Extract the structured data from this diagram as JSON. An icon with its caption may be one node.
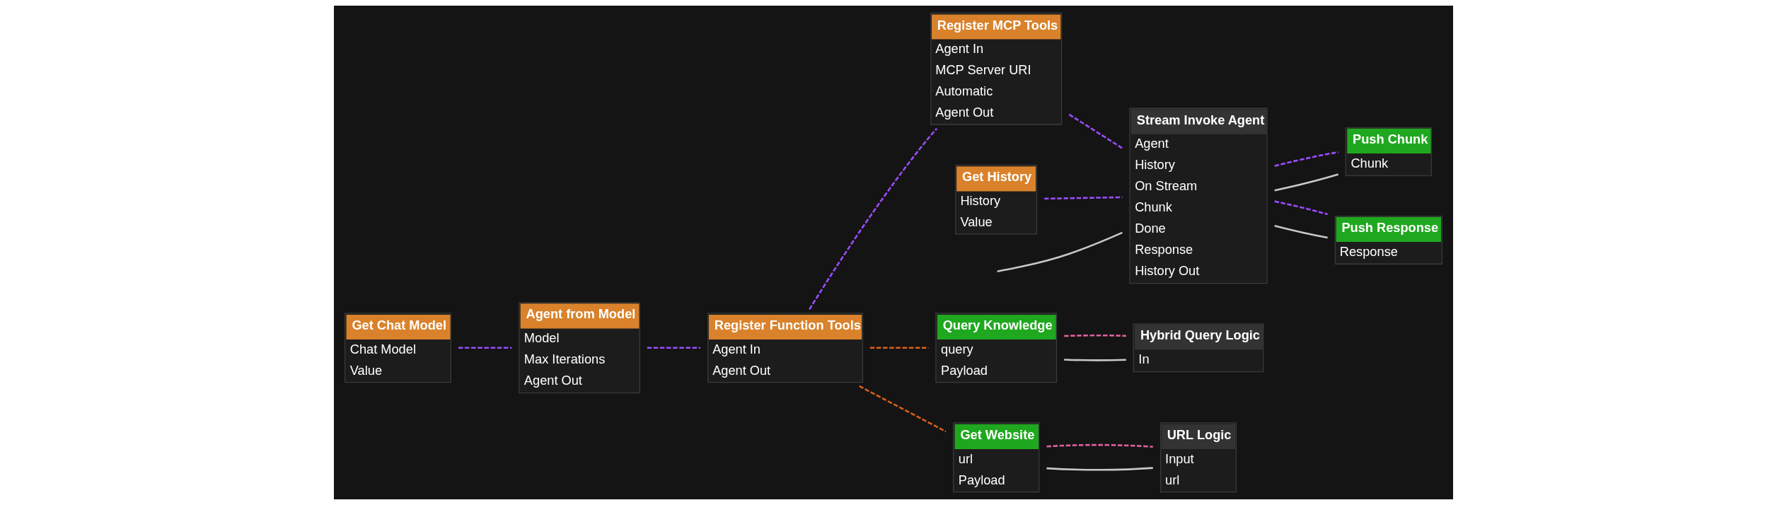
{
  "diagram": {
    "nodes": [
      {
        "text": [
          "Get Chat Model",
          "Chat Model",
          "Value"
        ]
      },
      {
        "text": [
          "Agent from Model",
          "Model",
          "Max Iterations",
          "Agent Out"
        ]
      },
      {
        "text": [
          "Register Function Tools",
          "Agent In",
          "Agent Out"
        ]
      },
      {
        "text": [
          "Register MCP Tools",
          "Agent In",
          "MCP Server URI",
          "Automatic",
          "Agent Out"
        ]
      },
      {
        "text": [
          "Get History",
          "History",
          "Value"
        ]
      },
      {
        "text": [
          "Stream Invoke Agent",
          "Agent",
          "History",
          "On Stream",
          "Chunk",
          "Done",
          "Response",
          "History Out"
        ]
      },
      {
        "text": [
          "Push Chunk",
          "Chunk"
        ]
      },
      {
        "text": [
          "Push Response",
          "Response"
        ]
      },
      {
        "text": [
          "Query Knowledge",
          "query",
          "Payload"
        ]
      },
      {
        "text": [
          "Hybrid Query Logic",
          "In"
        ]
      },
      {
        "text": [
          "Get Website",
          "url",
          "Payload"
        ]
      },
      {
        "text": [
          "URL Logic",
          "Input",
          "url"
        ]
      }
    ],
    "edges": [
      {
        "from": 0,
        "to": 1,
        "arrow": "none",
        "style": "dashed"
      },
      {
        "from": 1,
        "to": 2,
        "arrow": "none",
        "style": "dashed"
      },
      {
        "from": 2,
        "to": 3,
        "arrow": "none",
        "style": "dashed"
      },
      {
        "from": 3,
        "to": 5,
        "arrow": "none",
        "style": "dashed"
      },
      {
        "from": 4,
        "to": 5,
        "arrow": "none",
        "style": "dashed"
      },
      {
        "from": null,
        "to": 5,
        "arrow": "none",
        "color": "#c8c8c8"
      },
      {
        "from": 5,
        "to": 6,
        "arrow": "none",
        "color": "#c8c8c8"
      },
      {
        "from": 5,
        "to": 6,
        "arrow": "none",
        "style": "dashed"
      },
      {
        "from": 5,
        "to": 7,
        "arrow": "none",
        "color": "#c8c8c8"
      },
      {
        "from": 5,
        "to": 7,
        "arrow": "none",
        "style": "dashed"
      },
      {
        "from": 2,
        "to": 8,
        "arrow": "none",
        "style": "dashed",
        "color": "#d9601a"
      },
      {
        "from": 2,
        "to": 10,
        "arrow": "none",
        "style": "dashed",
        "color": "#d9601a"
      },
      {
        "from": 8,
        "to": 9,
        "arrow": "none",
        "color": "#c8c8c8"
      },
      {
        "from": 8,
        "to": 9,
        "arrow": "none",
        "style": "dashed",
        "color": "#e060a0"
      },
      {
        "from": 10,
        "to": 11,
        "arrow": "none",
        "color": "#c8c8c8"
      },
      {
        "from": 10,
        "to": 11,
        "arrow": "none",
        "style": "dashed",
        "color": "#e060a0"
      }
    ]
  }
}
